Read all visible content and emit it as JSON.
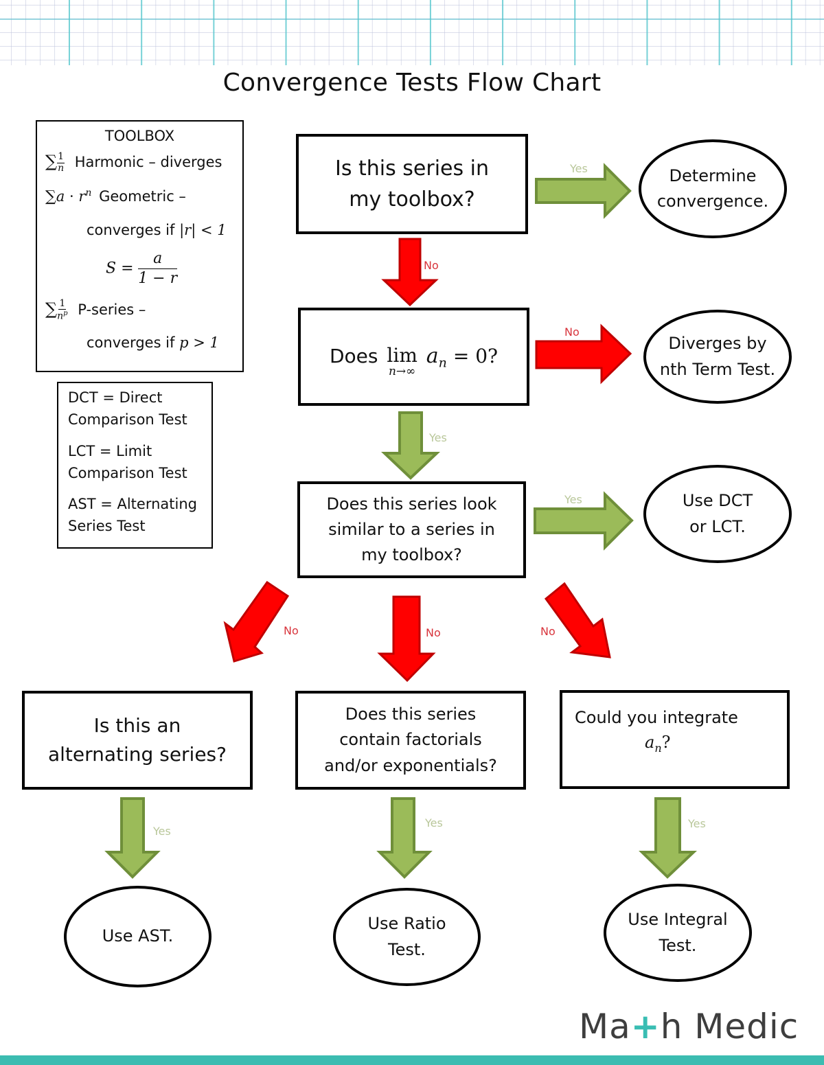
{
  "title": "Convergence Tests Flow Chart",
  "colors": {
    "yes_arrow_fill": "#9bbb59",
    "yes_arrow_stroke": "#6f8f3a",
    "no_arrow_fill": "#ff0000",
    "no_arrow_stroke": "#c00000",
    "yes_label": "#b9c79a",
    "no_label": "#d8343c",
    "brand_teal": "#3cbcb1"
  },
  "toolbox": {
    "heading": "TOOLBOX",
    "harmonic": {
      "sigma": "∑",
      "num": "1",
      "den": "n",
      "label": "Harmonic – diverges"
    },
    "geometric": {
      "sigma": "∑",
      "expr_a": "a",
      "dot": "·",
      "expr_r": "r",
      "exp": "n",
      "label": "Geometric –",
      "cond_text": "converges if ",
      "cond_math": "|r| < 1"
    },
    "sum_formula": {
      "lhs": "S =",
      "num": "a",
      "den": "1 − r"
    },
    "pseries": {
      "sigma": "∑",
      "num": "1",
      "den": "n",
      "den_exp": "p",
      "label": "P-series –",
      "cond_text": "converges if ",
      "cond_math": "p > 1"
    }
  },
  "abbreviations": [
    {
      "line1": "DCT = Direct",
      "line2": "Comparison Test"
    },
    {
      "line1": "LCT = Limit",
      "line2": "Comparison Test"
    },
    {
      "line1": "AST = Alternating",
      "line2": "Series Test"
    }
  ],
  "decisions": {
    "in_toolbox": {
      "lines": [
        "Is this series in",
        "my toolbox?"
      ]
    },
    "nth_term": {
      "prefix": "Does",
      "lim": "lim",
      "lim_sub": "n→∞",
      "term": "a",
      "term_sub": "n",
      "suffix": "= 0?"
    },
    "similar": {
      "lines": [
        "Does this series look",
        "similar to a series in",
        "my toolbox?"
      ]
    },
    "alternating": {
      "lines": [
        "Is this an",
        "alternating series?"
      ]
    },
    "factorials": {
      "lines": [
        "Does this series",
        "contain factorials",
        "and/or exponentials?"
      ]
    },
    "integrate": {
      "line1": "Could you integrate",
      "term": "a",
      "term_sub": "n",
      "suffix": "?"
    }
  },
  "outcomes": {
    "determine": {
      "lines": [
        "Determine",
        "convergence."
      ]
    },
    "diverges": {
      "lines": [
        "Diverges by",
        "nth Term Test."
      ]
    },
    "dct_lct": {
      "lines": [
        "Use DCT",
        "or LCT."
      ]
    },
    "ast": {
      "lines": [
        "Use AST."
      ]
    },
    "ratio": {
      "lines": [
        "Use Ratio",
        "Test."
      ]
    },
    "integral": {
      "lines": [
        "Use Integral",
        "Test."
      ]
    }
  },
  "arrow_labels": {
    "toolbox_yes": "Yes",
    "toolbox_no": "No",
    "nth_no": "No",
    "nth_yes": "Yes",
    "similar_yes": "Yes",
    "similar_no_left": "No",
    "similar_no_center": "No",
    "similar_no_right": "No",
    "alternating_yes": "Yes",
    "factorials_yes": "Yes",
    "integrate_yes": "Yes"
  },
  "brand": {
    "pre": "Ma",
    "plus": "+",
    "post": "h Medic"
  }
}
